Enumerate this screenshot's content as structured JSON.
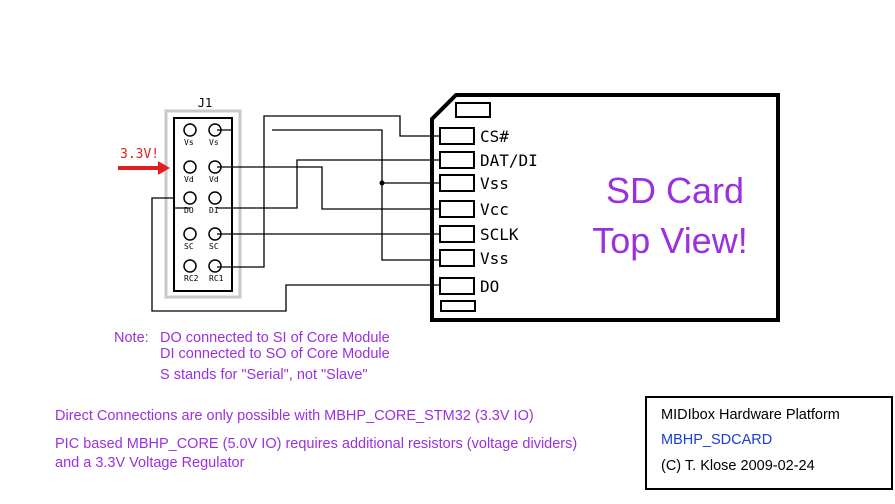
{
  "connector": {
    "ref": "J1",
    "rows": [
      {
        "left": "Vs",
        "right": "Vs"
      },
      {
        "left": "Vd",
        "right": "Vd"
      },
      {
        "left": "DO",
        "right": "DI"
      },
      {
        "left": "SC",
        "right": "SC"
      },
      {
        "left": "RC2",
        "right": "RC1"
      }
    ]
  },
  "supply_label": "3.3V!",
  "sd_pins": [
    "CS#",
    "DAT/DI",
    "Vss",
    "Vcc",
    "SCLK",
    "Vss",
    "DO"
  ],
  "sd_title": [
    "SD Card",
    "Top View!"
  ],
  "notes": {
    "l1_prefix": "Note:",
    "l1": "DO connected to SI of Core Module",
    "l2": "DI connected to SO of Core Module",
    "l3": "S stands for \"Serial\", not \"Slave\""
  },
  "direct": {
    "l1": "Direct Connections are only possible with MBHP_CORE_STM32 (3.3V IO)",
    "l2": "PIC based MBHP_CORE (5.0V IO) requires additional resistors (voltage dividers)",
    "l3": "and a 3.3V Voltage Regulator"
  },
  "title_block": {
    "platform": "MIDIbox Hardware Platform",
    "module": "MBHP_SDCARD",
    "copyright": "(C) T. Klose 2009-02-24"
  },
  "colors": {
    "purple": "#9b30e0",
    "supply_red": "#e02020",
    "title_blue": "#1a3cd8",
    "header_gray": "#c8c8c8"
  }
}
